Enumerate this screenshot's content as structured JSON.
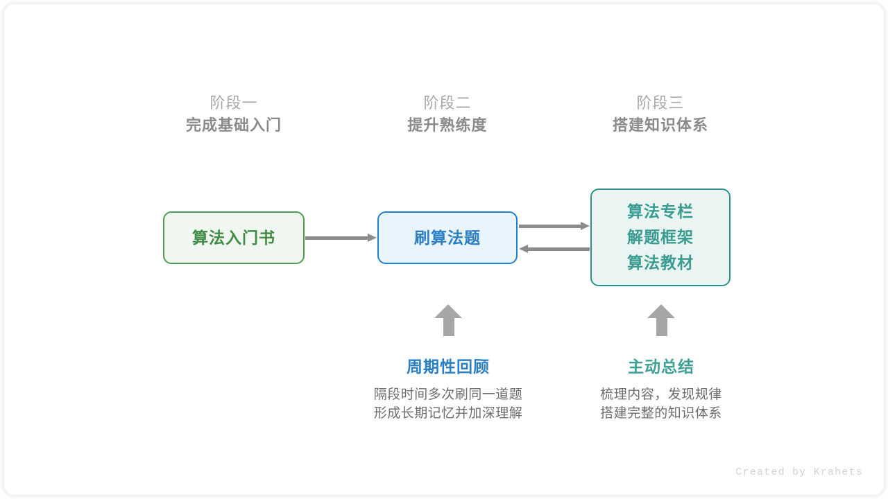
{
  "stages": [
    {
      "index": "阶段一",
      "title": "完成基础入门"
    },
    {
      "index": "阶段二",
      "title": "提升熟练度"
    },
    {
      "index": "阶段三",
      "title": "搭建知识体系"
    }
  ],
  "nodes": {
    "book": {
      "lines": [
        "算法入门书"
      ],
      "border_color": "#4f9a52",
      "fill_color": "#f0f7f0",
      "text_color": "#3f8b44"
    },
    "practice": {
      "lines": [
        "刷算法题"
      ],
      "border_color": "#1e80d2",
      "fill_color": "#e9f4fc",
      "text_color": "#2a7fc4"
    },
    "resources": {
      "lines": [
        "算法专栏",
        "解题框架",
        "算法教材"
      ],
      "border_color": "#2f9189",
      "fill_color": "#eaf5f3",
      "text_color": "#3a9b91"
    }
  },
  "methods": [
    {
      "title": "周期性回顾",
      "color": "#2a7fc4",
      "desc_lines": [
        "隔段时间多次刷同一道题",
        "形成长期记忆并加深理解"
      ]
    },
    {
      "title": "主动总结",
      "color": "#3fa196",
      "desc_lines": [
        "梳理内容，发现规律",
        "搭建完整的知识体系"
      ]
    }
  ],
  "arrows": {
    "color": "#8c8c8c",
    "up_color": "#a6a6a6"
  },
  "footer": {
    "credit": "Created by Krahets"
  }
}
